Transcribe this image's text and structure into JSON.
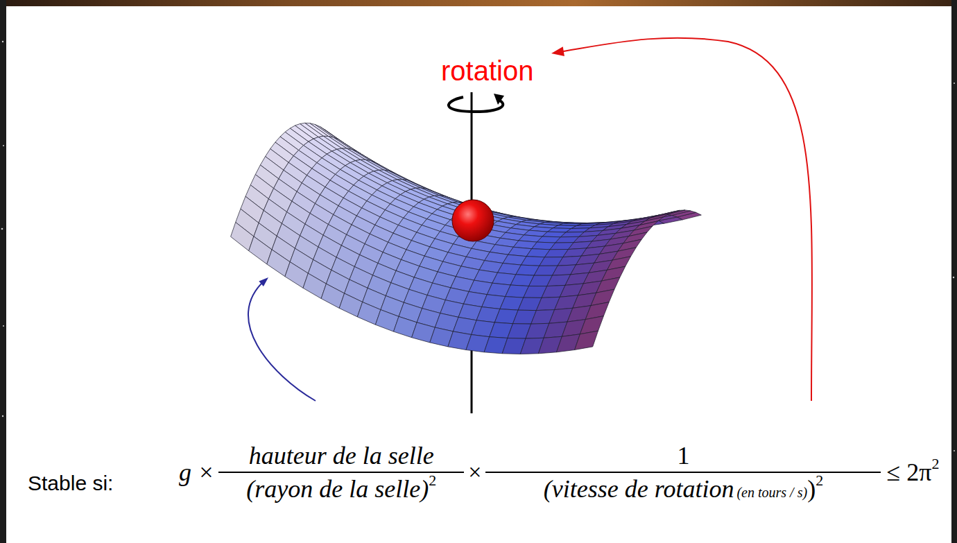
{
  "diagram": {
    "labels": [
      "rotation",
      "Stable si:",
      "g ×",
      "hauteur de la selle",
      "(rayon de la selle)",
      "2",
      "×",
      "1",
      "(vitesse de rotation",
      "(en tours / s)",
      ")",
      "2",
      "≤ 2π",
      "2"
    ]
  }
}
